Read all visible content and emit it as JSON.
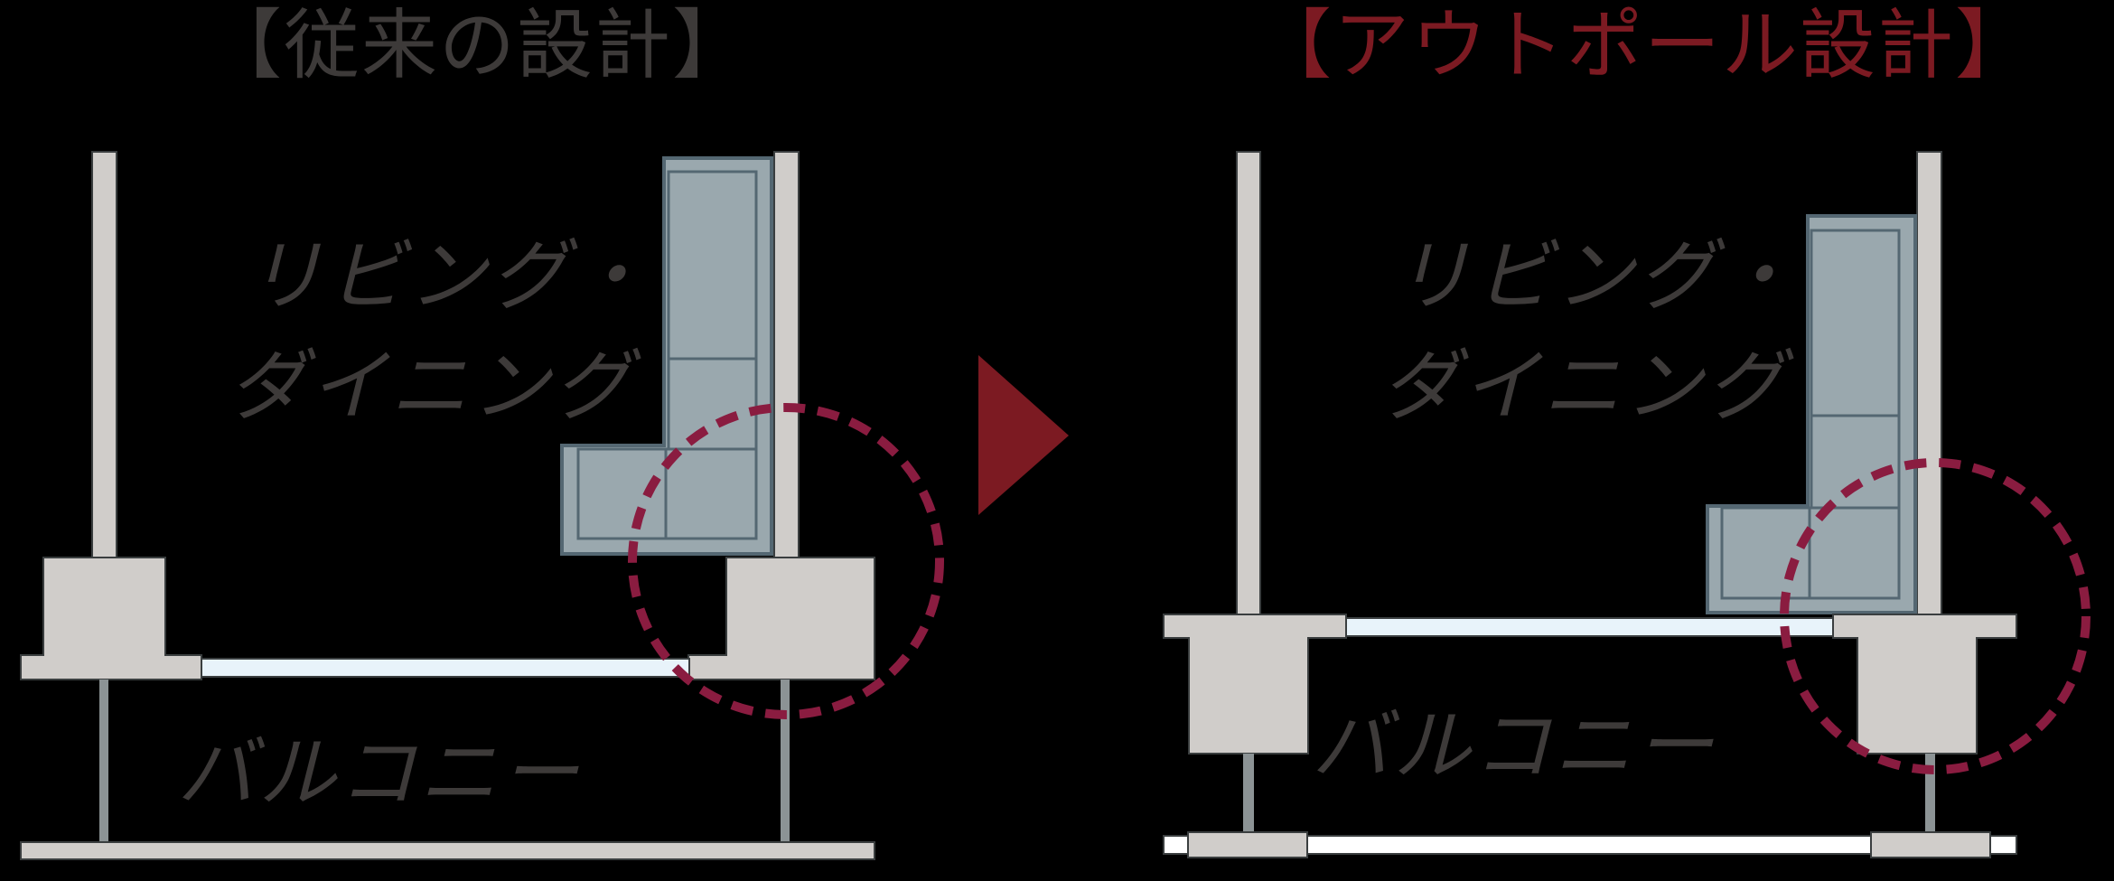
{
  "colors": {
    "background": "#000000",
    "wall": "#d0cdca",
    "wall_edge": "#3a3e3f",
    "furniture": "#9aa8ae",
    "furniture_edge": "#546772",
    "glass": "#e8f3fa",
    "glass_white": "#ffffff",
    "post": "#8c9395",
    "highlight_circle": "#8a1c40",
    "arrow": "#7c1a22",
    "text_dark": "#3d3a39",
    "text_accent": "#7c1a22"
  },
  "left_panel": {
    "title": "【従来の設計】",
    "room_label_line1": "リビング・",
    "room_label_line2": "ダイニング",
    "balcony_label": "バルコニー"
  },
  "arrow": {
    "icon": "triangle-right-icon"
  },
  "right_panel": {
    "title": "【アウトポール設計】",
    "room_label_line1": "リビング・",
    "room_label_line2": "ダイニング",
    "balcony_label": "バルコニー"
  }
}
